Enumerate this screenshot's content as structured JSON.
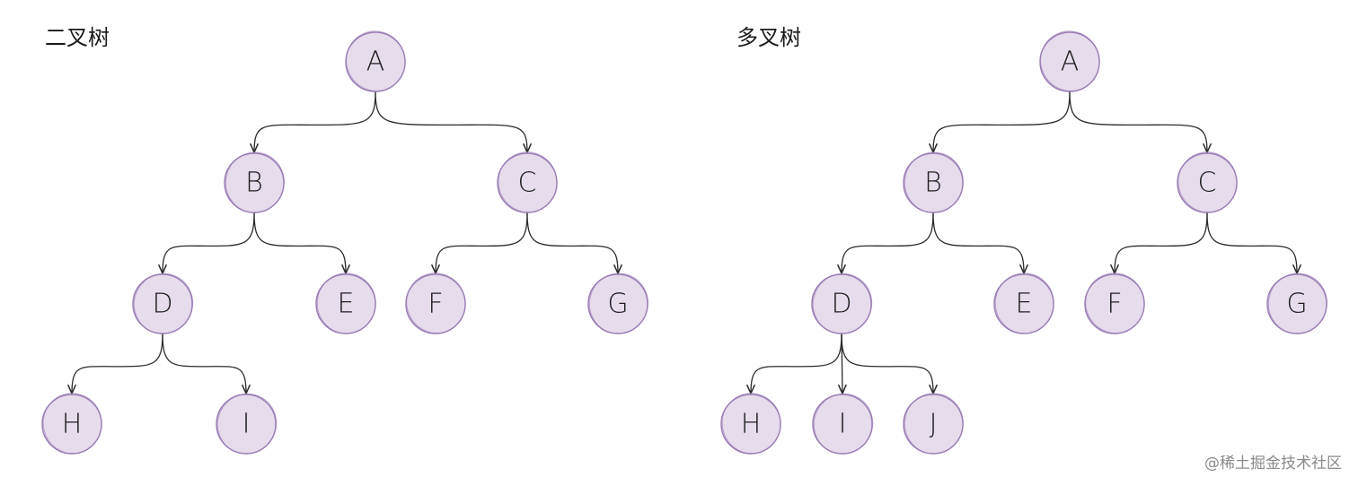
{
  "colors": {
    "node_fill": "#e6dcec",
    "node_stroke": "#9a7cb4",
    "edge": "#2b2b2b",
    "text": "#1e1e1e"
  },
  "watermark": "@稀土掘金技术社区",
  "trees": [
    {
      "title": "二叉树",
      "nodes": [
        {
          "id": "A",
          "label": "A"
        },
        {
          "id": "B",
          "label": "B"
        },
        {
          "id": "C",
          "label": "C"
        },
        {
          "id": "D",
          "label": "D"
        },
        {
          "id": "E",
          "label": "E"
        },
        {
          "id": "F",
          "label": "F"
        },
        {
          "id": "G",
          "label": "G"
        },
        {
          "id": "H",
          "label": "H"
        },
        {
          "id": "I",
          "label": "I"
        }
      ],
      "edges": [
        {
          "from": "A",
          "to": "B"
        },
        {
          "from": "A",
          "to": "C"
        },
        {
          "from": "B",
          "to": "D"
        },
        {
          "from": "B",
          "to": "E"
        },
        {
          "from": "C",
          "to": "F"
        },
        {
          "from": "C",
          "to": "G"
        },
        {
          "from": "D",
          "to": "H"
        },
        {
          "from": "D",
          "to": "I"
        }
      ]
    },
    {
      "title": "多叉树",
      "nodes": [
        {
          "id": "A",
          "label": "A"
        },
        {
          "id": "B",
          "label": "B"
        },
        {
          "id": "C",
          "label": "C"
        },
        {
          "id": "D",
          "label": "D"
        },
        {
          "id": "E",
          "label": "E"
        },
        {
          "id": "F",
          "label": "F"
        },
        {
          "id": "G",
          "label": "G"
        },
        {
          "id": "H",
          "label": "H"
        },
        {
          "id": "I",
          "label": "I"
        },
        {
          "id": "J",
          "label": "J"
        }
      ],
      "edges": [
        {
          "from": "A",
          "to": "B"
        },
        {
          "from": "A",
          "to": "C"
        },
        {
          "from": "B",
          "to": "D"
        },
        {
          "from": "B",
          "to": "E"
        },
        {
          "from": "C",
          "to": "F"
        },
        {
          "from": "C",
          "to": "G"
        },
        {
          "from": "D",
          "to": "H"
        },
        {
          "from": "D",
          "to": "I"
        },
        {
          "from": "D",
          "to": "J"
        }
      ]
    }
  ]
}
